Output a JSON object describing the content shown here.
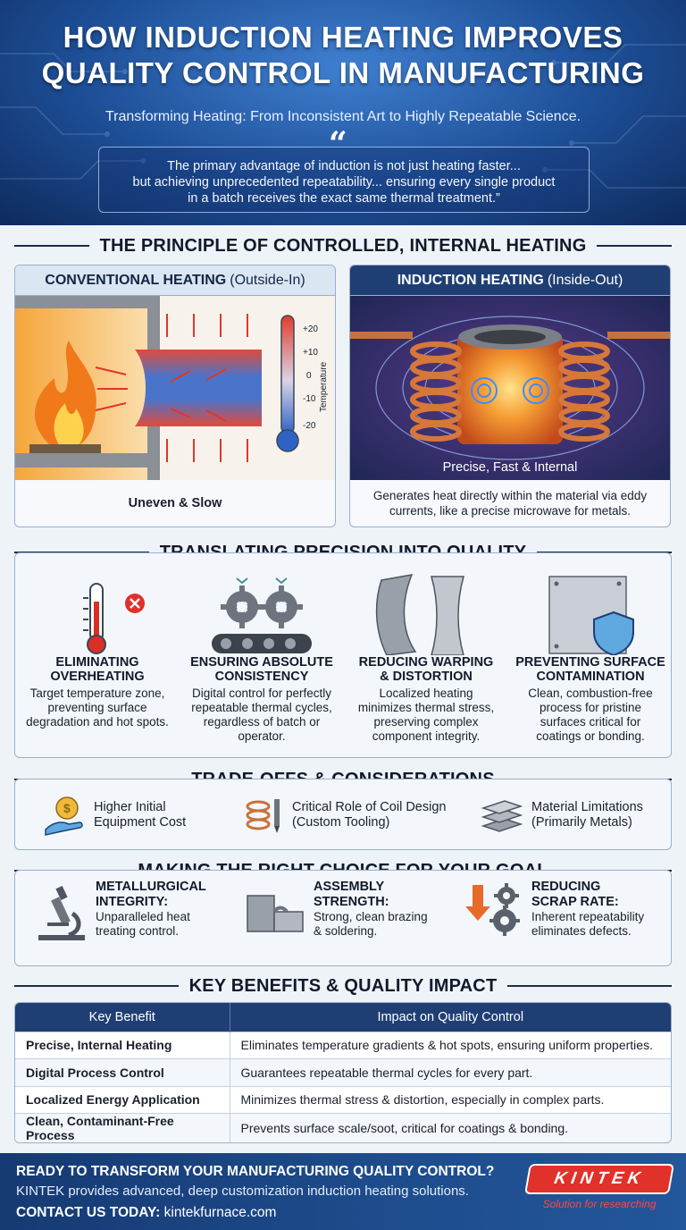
{
  "header": {
    "title_line1": "HOW INDUCTION HEATING IMPROVES",
    "title_line2": "QUALITY CONTROL IN MANUFACTURING",
    "subtitle": "Transforming Heating: From Inconsistent Art to Highly Repeatable Science.",
    "quote_mark": "“",
    "quote_line1": "The primary advantage of induction is not just heating faster...",
    "quote_line2": "but achieving unprecedented repeatability... ensuring every single product",
    "quote_line3": "in a batch receives the exact same thermal treatment.”"
  },
  "principle": {
    "heading": "THE PRINCIPLE OF CONTROLLED, INTERNAL HEATING",
    "conventional": {
      "title_bold": "CONVENTIONAL HEATING",
      "title_rest": "(Outside-In)",
      "caption": "Uneven & Slow",
      "thermo_ticks": [
        "+20",
        "+10",
        "0",
        "-10",
        "-20"
      ],
      "thermo_label": "Temperature"
    },
    "induction": {
      "title_bold": "INDUCTION HEATING",
      "title_rest": "(Inside-Out)",
      "art_label": "Precise, Fast & Internal",
      "caption_line1": "Generates heat directly within the material via eddy",
      "caption_line2": "currents, like a precise microwave for metals."
    }
  },
  "quality": {
    "heading": "TRANSLATING PRECISION INTO QUALITY",
    "items": [
      {
        "title1": "ELIMINATING",
        "title2": "OVERHEATING",
        "desc1": "Target temperature zone,",
        "desc2": "preventing surface",
        "desc3": "degradation and hot spots.",
        "desc4": ""
      },
      {
        "title1": "ENSURING ABSOLUTE",
        "title2": "CONSISTENCY",
        "desc1": "Digital control for perfectly",
        "desc2": "repeatable thermal cycles,",
        "desc3": "regardless of batch or",
        "desc4": "operator."
      },
      {
        "title1": "REDUCING WARPING",
        "title2": "& DISTORTION",
        "desc1": "Localized heating",
        "desc2": "minimizes thermal stress,",
        "desc3": "preserving complex",
        "desc4": "component integrity."
      },
      {
        "title1": "PREVENTING SURFACE",
        "title2": "CONTAMINATION",
        "desc1": "Clean, combustion-free",
        "desc2": "process for pristine",
        "desc3": "surfaces critical for",
        "desc4": "coatings or bonding."
      }
    ]
  },
  "tradeoffs": {
    "heading": "TRADE-OFFS & CONSIDERATIONS",
    "items": [
      {
        "line1": "Higher Initial",
        "line2": "Equipment Cost",
        "icon": "coin-hand-icon"
      },
      {
        "line1": "Critical Role of Coil Design",
        "line2": "(Custom Tooling)",
        "icon": "coil-icon"
      },
      {
        "line1": "Material Limitations",
        "line2": "(Primarily Metals)",
        "icon": "metal-sheets-icon"
      }
    ]
  },
  "choice": {
    "heading": "MAKING THE RIGHT CHOICE FOR YOUR GOAL",
    "items": [
      {
        "title1": "METALLURGICAL",
        "title2": "INTEGRITY:",
        "desc1": "Unparalleled heat",
        "desc2": "treating control."
      },
      {
        "title1": "ASSEMBLY",
        "title2": "STRENGTH:",
        "desc1": "Strong, clean brazing",
        "desc2": "& soldering."
      },
      {
        "title1": "REDUCING",
        "title2": "SCRAP RATE:",
        "desc1": "Inherent repeatability",
        "desc2": "eliminates defects."
      }
    ]
  },
  "benefits": {
    "heading": "KEY BENEFITS & QUALITY IMPACT",
    "col1": "Key Benefit",
    "col2": "Impact on Quality Control",
    "rows": [
      {
        "benefit": "Precise, Internal Heating",
        "impact": "Eliminates temperature gradients & hot spots, ensuring uniform properties."
      },
      {
        "benefit": "Digital Process Control",
        "impact": "Guarantees repeatable thermal cycles for every part."
      },
      {
        "benefit": "Localized Energy Application",
        "impact": "Minimizes thermal stress & distortion, especially in complex parts."
      },
      {
        "benefit": "Clean, Contaminant-Free Process",
        "impact": "Prevents surface scale/soot, critical for coatings & bonding."
      }
    ]
  },
  "footer": {
    "cta": "READY TO TRANSFORM YOUR MANUFACTURING QUALITY CONTROL?",
    "desc": "KINTEK provides advanced, deep customization induction heating solutions.",
    "contact_label": "CONTACT US TODAY:",
    "contact_url": "kintekfurnace.com",
    "logo": "KINTEK",
    "tagline": "Solution for researching"
  },
  "colors": {
    "navy": "#1f3f74",
    "accent_red": "#e0312a",
    "header_blue": "#1d4e96"
  }
}
